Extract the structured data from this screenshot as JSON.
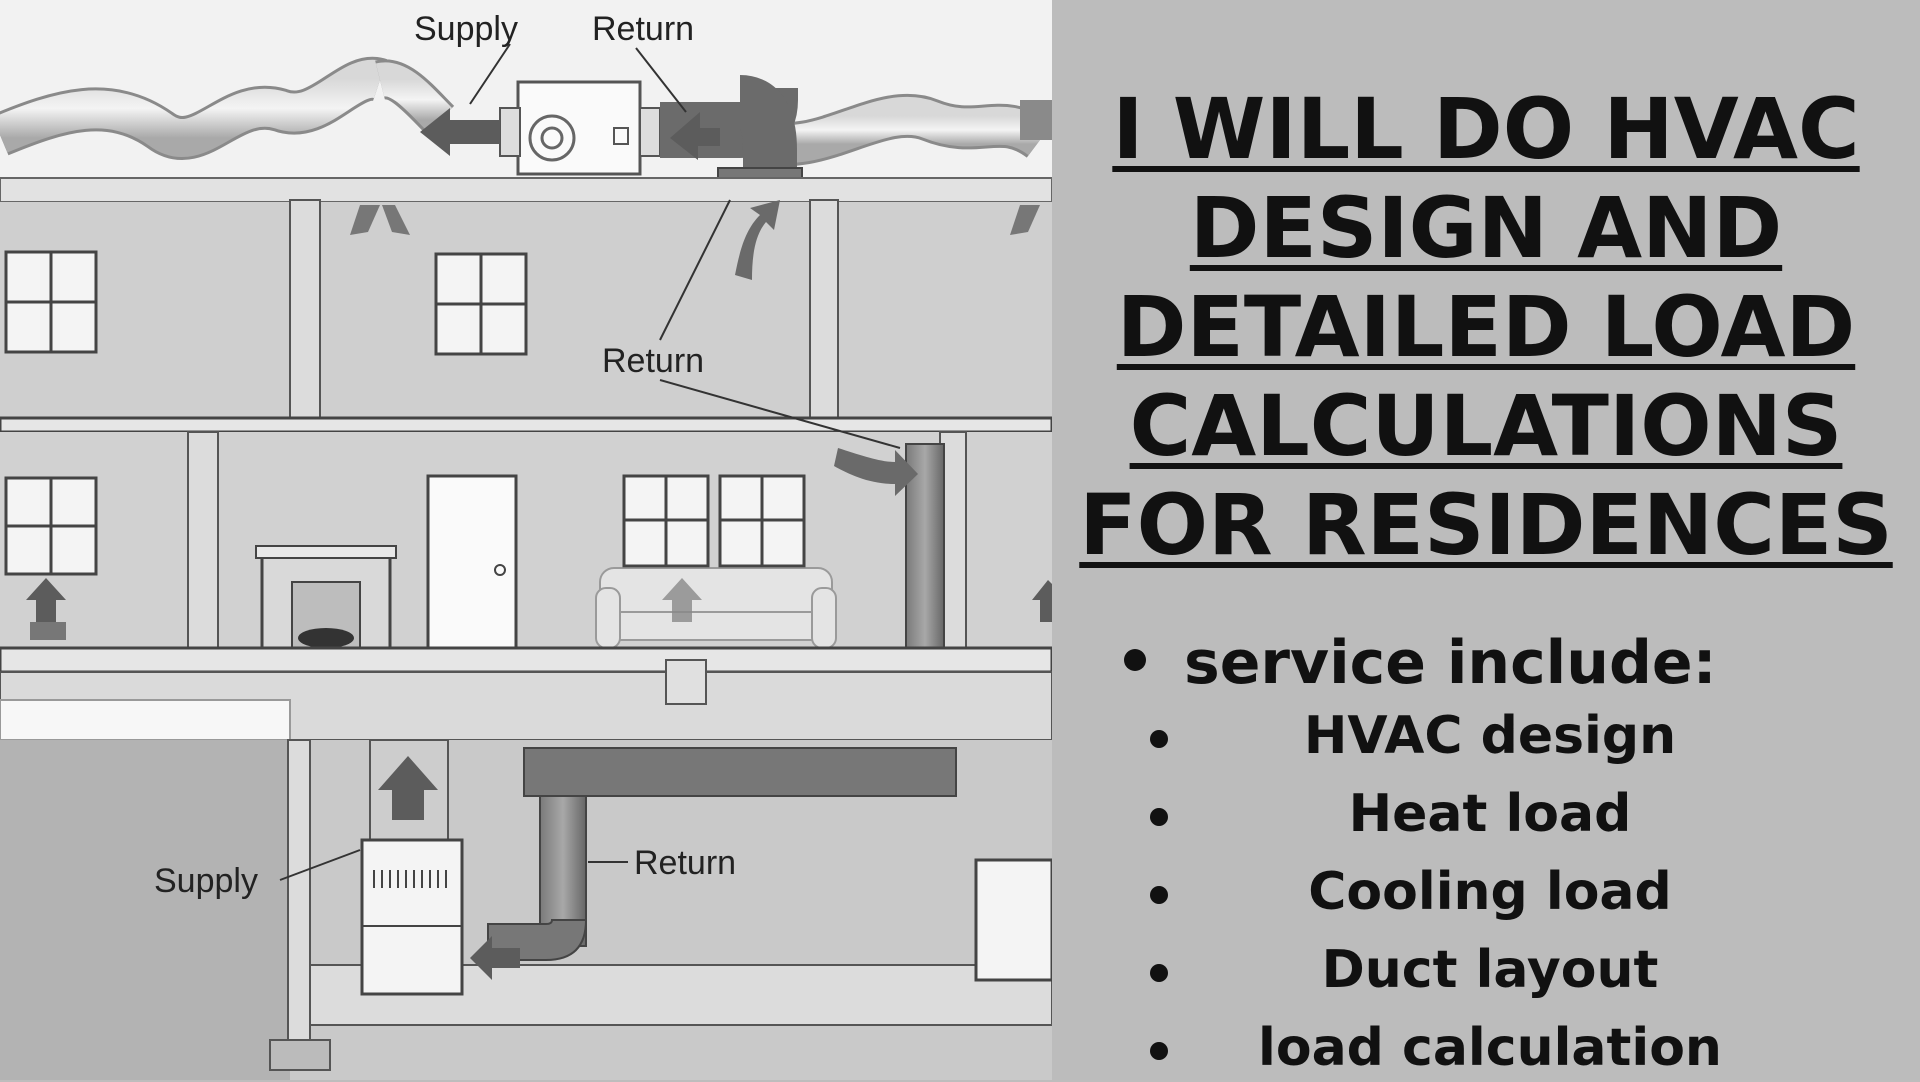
{
  "headline": {
    "lines": [
      "I WILL DO HVAC",
      "DESIGN AND",
      "DETAILED LOAD",
      "CALCULATIONS",
      "FOR RESIDENCES"
    ]
  },
  "services": {
    "heading": "service include:",
    "items": [
      "HVAC design",
      "Heat load",
      "Cooling load",
      "Duct layout",
      "load calculation"
    ]
  },
  "diagram": {
    "labels": {
      "supply_top": "Supply",
      "return_top": "Return",
      "return_mid": "Return",
      "supply_bottom": "Supply",
      "return_bottom": "Return"
    }
  },
  "colors": {
    "panel_background": "#bcbcbc",
    "text": "#111111"
  }
}
